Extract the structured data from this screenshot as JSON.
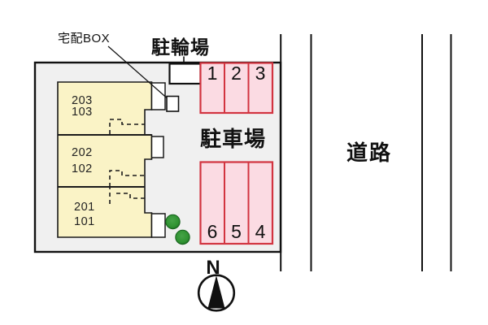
{
  "labels": {
    "delivery_box": "宅配BOX",
    "bicycle_parking": "駐輪場",
    "parking_lot": "駐車場",
    "road": "道路",
    "north": "N"
  },
  "building": {
    "rooms": [
      {
        "upper": "203",
        "lower": "103"
      },
      {
        "upper": "202",
        "lower": "102"
      },
      {
        "upper": "201",
        "lower": "101"
      }
    ]
  },
  "parking": {
    "top": [
      "1",
      "2",
      "3"
    ],
    "bottom": [
      "6",
      "5",
      "4"
    ]
  },
  "colors": {
    "background": "#ffffff",
    "site_fill": "#f0f0f0",
    "building_fill": "#faf3c6",
    "parking_fill": "#fbdbe3",
    "parking_border": "#d23440",
    "tree_green": "#2f9231",
    "line": "#111111"
  }
}
